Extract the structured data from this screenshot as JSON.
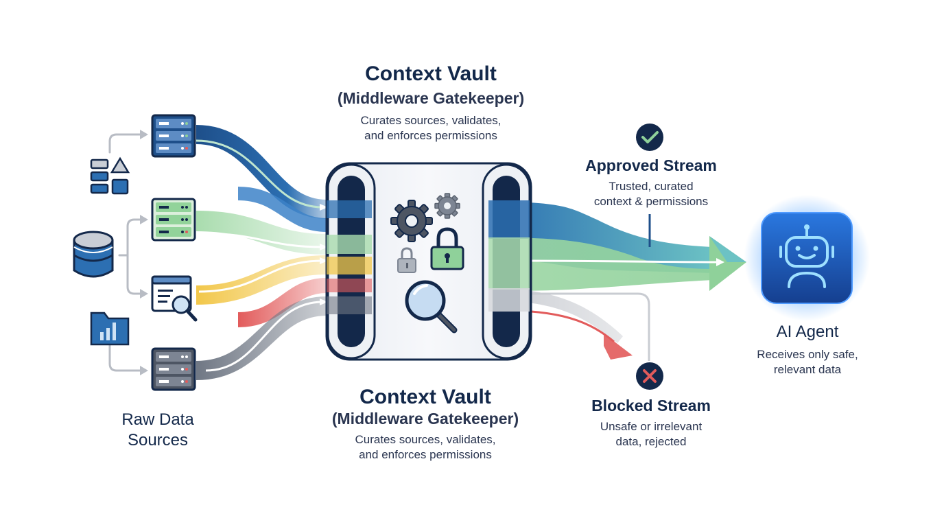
{
  "vault_top": {
    "title": "Context Vault",
    "subtitle": "(Middleware Gatekeeper)",
    "desc_line1": "Curates sources, validates,",
    "desc_line2": "and enforces permissions"
  },
  "vault_bottom": {
    "title": "Context Vault",
    "subtitle": "(Middleware Gatekeeper)",
    "desc_line1": "Curates sources, validates,",
    "desc_line2": "and enforces permissions"
  },
  "approved": {
    "title": "Approved Stream",
    "desc_line1": "Trusted, curated",
    "desc_line2": "context & permissions"
  },
  "blocked": {
    "title": "Blocked Stream",
    "desc_line1": "Unsafe or irrelevant",
    "desc_line2": "data, rejected"
  },
  "agent": {
    "title": "AI Agent",
    "desc_line1": "Receives only safe,",
    "desc_line2": "relevant data"
  },
  "raw_sources": {
    "line1": "Raw Data",
    "line2": "Sources"
  },
  "icons": [
    "server-icon",
    "shapes-icon",
    "database-icon",
    "search-report-icon",
    "chart-folder-icon",
    "gear-icon",
    "lock-icon",
    "magnifier-icon",
    "check-icon",
    "x-icon",
    "robot-icon"
  ],
  "colors": {
    "navy": "#13284a",
    "blue_stream": "#2c6fb2",
    "green_stream": "#92d39a",
    "yellow_stream": "#f2c74a",
    "red_stream": "#e25b5b",
    "gray_stream": "#6f7784",
    "agent_blue": "#1f5fc8"
  }
}
